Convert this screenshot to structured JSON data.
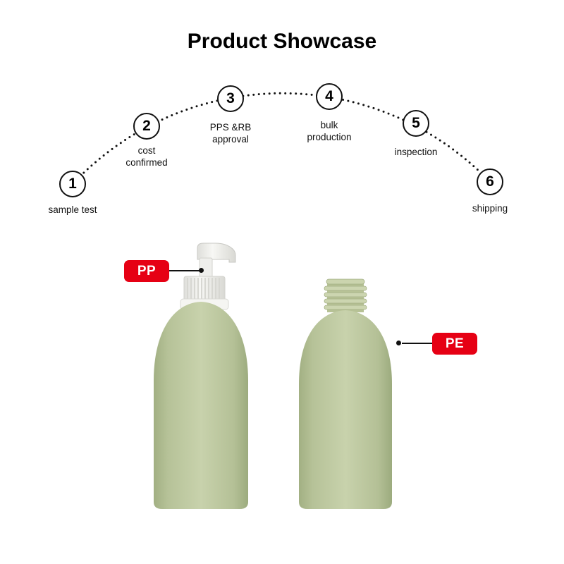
{
  "title": "Product Showcase",
  "process": {
    "steps": [
      {
        "num": "1",
        "label": "sample test"
      },
      {
        "num": "2",
        "label": "cost confirmed"
      },
      {
        "num": "3",
        "label": "PPS &RB approval"
      },
      {
        "num": "4",
        "label": "bulk production"
      },
      {
        "num": "5",
        "label": "inspection"
      },
      {
        "num": "6",
        "label": "shipping"
      }
    ]
  },
  "products": {
    "left_tag": "PP",
    "right_tag": "PE"
  },
  "colors": {
    "tag-red": "#e60014",
    "bottle-green": "#bcc79d",
    "ink": "#111111"
  }
}
